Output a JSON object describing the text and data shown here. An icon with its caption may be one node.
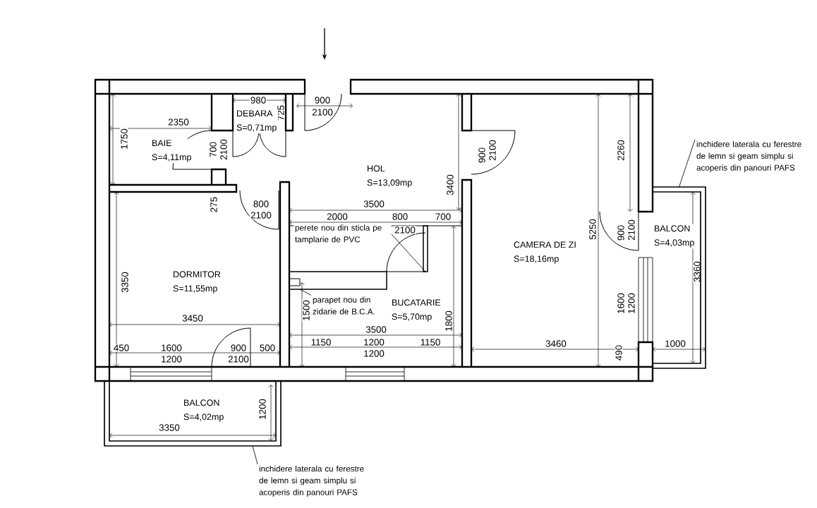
{
  "diagram": {
    "nodes": [
      {
        "text": [
          "BAIE",
          "S=4,11mp"
        ]
      },
      {
        "text": [
          "DEBARA",
          "S=0,71mp"
        ]
      },
      {
        "text": [
          "HOL",
          "S=13,09mp"
        ]
      },
      {
        "text": [
          "DORMITOR",
          "S=11,55mp"
        ]
      },
      {
        "text": [
          "BUCATARIE",
          "S=5,70mp"
        ]
      },
      {
        "text": [
          "CAMERA DE ZI",
          "S=18,16mp"
        ]
      },
      {
        "text": [
          "BALCON",
          "S=4,03mp"
        ],
        "in": 12
      },
      {
        "text": [
          "BALCON",
          "S=4,02mp"
        ],
        "in": 15
      },
      {
        "text": [
          "inchidere laterala cu ferestre de lemn si geam simplu si acoperis din panouri PAFS"
        ]
      },
      {
        "text": [
          "perete nou din sticla pe tamplarie de PVC"
        ]
      },
      {
        "text": [
          "parapet nou din zidarie de B.C.A."
        ]
      },
      {
        "text": [
          "inchidere laterala cu ferestre de lemn si geam simplu si acoperis din panouri PAFS"
        ]
      },
      {
        "text": [],
        "shape": "box"
      },
      {
        "text": [],
        "shape": "bar"
      },
      {
        "text": [],
        "shape": "bar"
      },
      {
        "text": [],
        "shape": "box"
      }
    ],
    "edges": [
      {
        "from": 8,
        "to": 12,
        "arrow": "none"
      },
      {
        "from": 9,
        "to": 13,
        "arrow": "none"
      },
      {
        "from": 10,
        "to": 14,
        "arrow": "none"
      },
      {
        "from": 11,
        "to": 15,
        "arrow": "none"
      }
    ],
    "labels": [
      "980",
      "900",
      "2100",
      "725",
      "2350",
      "1750",
      "700",
      "2100",
      "900",
      "2100",
      "2260",
      "3400",
      "275",
      "800",
      "3500",
      "2100",
      "2000",
      "800",
      "700",
      "2100",
      "5250",
      "900",
      "2100",
      "3360",
      "3350",
      "1500",
      "1600",
      "1200",
      "3450",
      "1800",
      "3500",
      "1150",
      "1200",
      "1150",
      "3460",
      "1000",
      "450",
      "1600",
      "900",
      "500",
      "1200",
      "490",
      "1200",
      "2100",
      "1200",
      "3350"
    ]
  }
}
